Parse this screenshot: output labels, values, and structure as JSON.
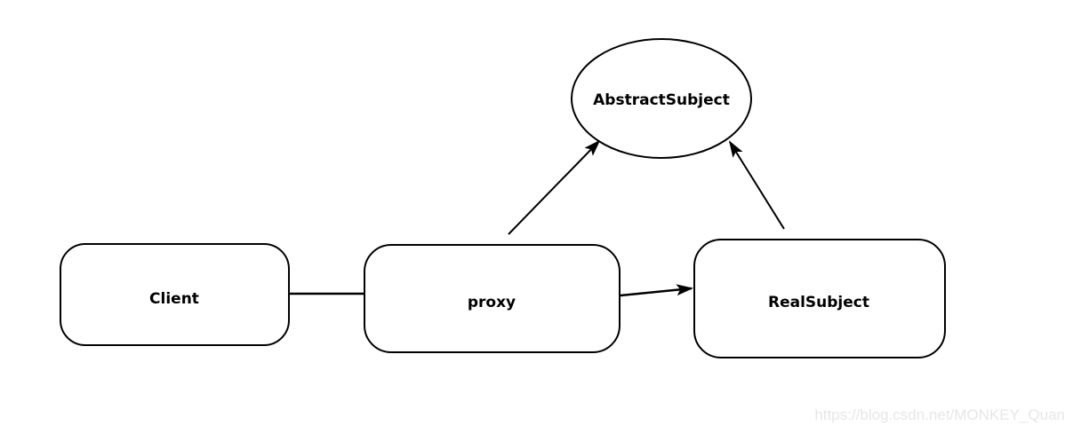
{
  "diagram": {
    "title_hint": "proxy-pattern-structure",
    "nodes": {
      "abstract_subject": {
        "label": "AbstractSubject",
        "shape": "ellipse"
      },
      "client": {
        "label": "Client",
        "shape": "rounded-rect"
      },
      "proxy": {
        "label": "proxy",
        "shape": "rounded-rect"
      },
      "real_subject": {
        "label": "RealSubject",
        "shape": "rounded-rect"
      }
    },
    "edges": [
      {
        "from": "client",
        "to": "proxy",
        "style": "plain-line"
      },
      {
        "from": "proxy",
        "to": "real_subject",
        "style": "arrow"
      },
      {
        "from": "proxy",
        "to": "abstract_subject",
        "style": "arrow"
      },
      {
        "from": "real_subject",
        "to": "abstract_subject",
        "style": "arrow"
      }
    ],
    "colors": {
      "stroke": "#000000",
      "node_fill": "#ffffff",
      "label_text": "#000000",
      "background": "#ffffff",
      "watermark_text": "#e8e6e6"
    },
    "watermark": "https://blog.csdn.net/MONKEY_Quan"
  }
}
